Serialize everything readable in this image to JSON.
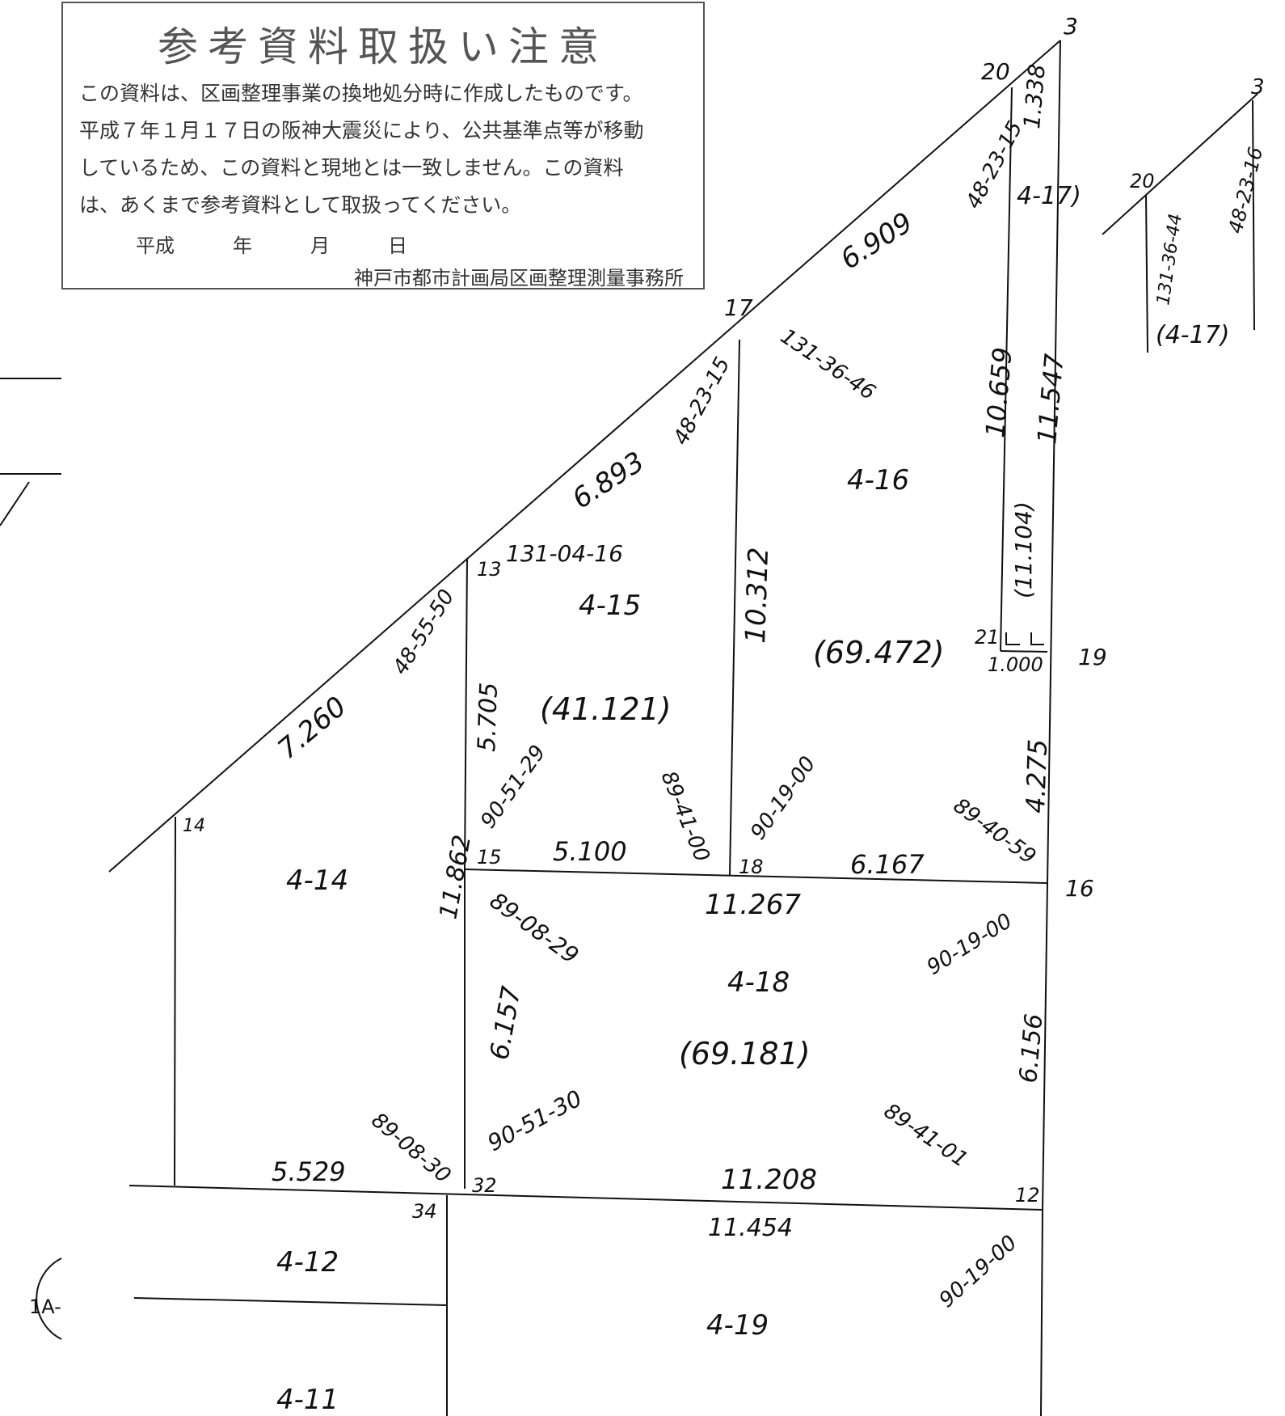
{
  "notice": {
    "title": "参考資料取扱い注意",
    "lines": [
      "この資料は、区画整理事業の換地処分時に作成したものです。",
      "平成７年１月１７日の阪神大震災により、公共基準点等が移動",
      "しているため、この資料と現地とは一致しません。この資料",
      "は、あくまで参考資料として取扱ってください。"
    ],
    "date": "平成　　　年　　　月　　　日",
    "office": "神戸市都市計画局区画整理測量事務所"
  },
  "diagram": {
    "points": {
      "p3": "3",
      "p20": "20",
      "p17": "17",
      "p13": "13",
      "p14": "14",
      "p15": "15",
      "p18": "18",
      "p16": "16",
      "p19": "19",
      "p21": "21",
      "p12": "12",
      "p32": "32",
      "p34": "34"
    },
    "lots": {
      "l4_14": "4-14",
      "l4_15": "4-15",
      "l4_16": "4-16",
      "l4_17": "4-17)",
      "l4_18": "4-18",
      "l4_19": "4-19",
      "l4_12": "4-12",
      "l4_11": "4-11"
    },
    "areas": {
      "a4_15": "(41.121)",
      "a4_16": "(69.472)",
      "a4_17": "(11.104)",
      "a4_18": "(69.181)"
    },
    "distances": {
      "d6909": "6.909",
      "d1338": "1.338",
      "d6893": "6.893",
      "d7260": "7.260",
      "d10659": "10.659",
      "d11547": "11.547",
      "d10312": "10.312",
      "d5705": "5.705",
      "d11862": "11.862",
      "d5100": "5.100",
      "d6167": "6.167",
      "d11267": "11.267",
      "d4275": "4.275",
      "d1000": "1.000",
      "d6157": "6.157",
      "d6156": "6.156",
      "d5529": "5.529",
      "d11208": "11.208",
      "d11454": "11.454"
    },
    "angles": {
      "a48_23_15a": "48-23-15",
      "a48_23_15b": "48-23-15",
      "a131_36_46": "131-36-46",
      "a131_04_16": "131-04-16",
      "a48_55_50": "48-55-50",
      "a90_51_29": "90-51-29",
      "a89_41_00": "89-41-00",
      "a90_19_00a": "90-19-00",
      "a89_40_59": "89-40-59",
      "a89_08_29": "89-08-29",
      "a90_19_00b": "90-19-00",
      "a90_51_30": "90-51-30",
      "a89_08_30": "89-08-30",
      "a89_41_01": "89-41-01",
      "a90_19_00c": "90-19-00"
    },
    "inset": {
      "p3": "3",
      "p20": "20",
      "angle1": "131-36-44",
      "angle2": "48-23-16",
      "lot": "(4-17)"
    },
    "margin_label": "1A-"
  }
}
